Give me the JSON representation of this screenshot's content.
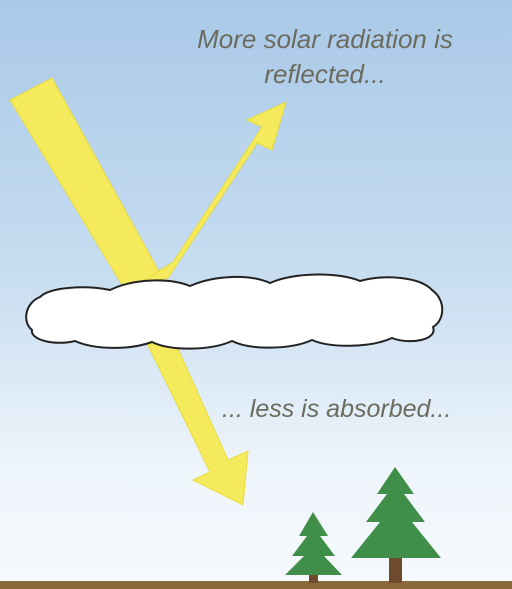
{
  "labels": {
    "reflected_line1": "More solar radiation is",
    "reflected_line2": "reflected...",
    "absorbed": "... less is absorbed..."
  },
  "colors": {
    "sky_top": "#a9c9e8",
    "sky_bottom": "#f6f9fc",
    "arrow": "#f4ea5c",
    "arrow_edge": "#e8dc3c",
    "cloud_fill": "#ffffff",
    "cloud_outline": "#222222",
    "tree_green": "#3f8f4a",
    "tree_trunk": "#6e4b2e",
    "ground": "#8a6a3c",
    "text": "#6b6b5e"
  }
}
